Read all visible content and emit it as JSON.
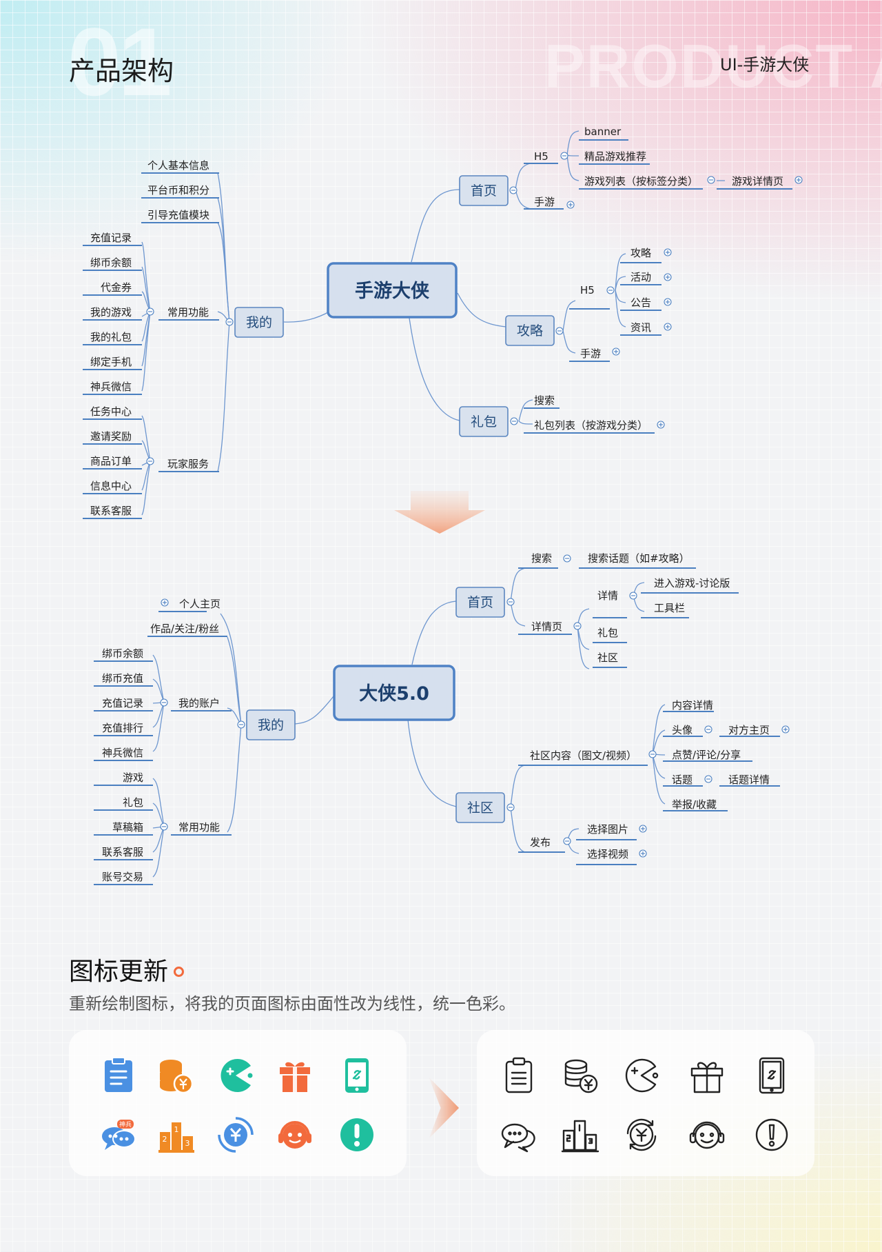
{
  "header": {
    "big_number": "01",
    "bg_word": "PRODUCT AR",
    "title": "产品架构",
    "brand": "UI-手游大侠"
  },
  "map_old": {
    "root": "手游大侠",
    "home": "首页",
    "home_h5": "H5",
    "home_banner": "banner",
    "home_featured": "精品游戏推荐",
    "home_game_list": "游戏列表（按标签分类）",
    "home_game_detail": "游戏详情页",
    "home_mobile": "手游",
    "guide": "攻略",
    "guide_h5": "H5",
    "guide_strategy": "攻略",
    "guide_events": "活动",
    "guide_notice": "公告",
    "guide_news": "资讯",
    "guide_mobile": "手游",
    "gift": "礼包",
    "gift_search": "搜索",
    "gift_list": "礼包列表（按游戏分类）",
    "mine": "我的",
    "mine_profile": "个人基本信息",
    "mine_points": "平台币和积分",
    "mine_recharge_guide": "引导充值模块",
    "common": "常用功能",
    "common_items": [
      "充值记录",
      "绑币余额",
      "代金券",
      "我的游戏",
      "我的礼包",
      "绑定手机",
      "神兵微信"
    ],
    "service": "玩家服务",
    "service_items": [
      "任务中心",
      "邀请奖励",
      "商品订单",
      "信息中心",
      "联系客服"
    ]
  },
  "map_new": {
    "root": "大侠5.0",
    "home": "首页",
    "home_search": "搜索",
    "home_search_topic": "搜索话题（如#攻略）",
    "home_detail_page": "详情页",
    "home_detail": "详情",
    "home_enter_game": "进入游戏-讨论版",
    "home_toolbar": "工具栏",
    "home_gift": "礼包",
    "home_community": "社区",
    "community": "社区",
    "community_content": "社区内容（图文/视频）",
    "community_content_detail": "内容详情",
    "community_avatar": "头像",
    "community_other_home": "对方主页",
    "community_like": "点赞/评论/分享",
    "community_topic": "话题",
    "community_topic_detail": "话题详情",
    "community_report": "举报/收藏",
    "community_publish": "发布",
    "community_select_image": "选择图片",
    "community_select_video": "选择视频",
    "mine": "我的",
    "mine_home": "个人主页",
    "mine_works": "作品/关注/粉丝",
    "account": "我的账户",
    "account_items": [
      "绑币余额",
      "绑币充值",
      "充值记录",
      "充值排行",
      "神兵微信"
    ],
    "common": "常用功能",
    "common_items": [
      "游戏",
      "礼包",
      "草稿箱",
      "联系客服",
      "账号交易"
    ]
  },
  "icons_section": {
    "title": "图标更新",
    "subtitle": "重新绘制图标，将我的页面图标由面性改为线性，统一色彩。",
    "old_icons": [
      "clipboard-icon",
      "coins-yuan-icon",
      "pacman-game-icon",
      "gift-icon",
      "phone-link-icon",
      "chat-icon",
      "podium-ranking-icon",
      "yuan-exchange-icon",
      "headset-service-icon",
      "alert-icon"
    ],
    "new_icons": [
      "clipboard-icon",
      "coins-yuan-icon",
      "pacman-game-icon",
      "gift-icon",
      "phone-link-icon",
      "chat-icon",
      "podium-ranking-icon",
      "yuan-exchange-icon",
      "headset-service-icon",
      "alert-icon"
    ],
    "chat_badge": "神兵",
    "podium_labels": [
      "2",
      "1",
      "3"
    ],
    "colors": {
      "blue": "#4a90e2",
      "orange": "#f08a24",
      "teal": "#1fbf9e",
      "red_orange": "#f26a3c",
      "line": "#222222",
      "node_fill": "#d9e2ee",
      "node_border": "#5b86c0"
    }
  }
}
